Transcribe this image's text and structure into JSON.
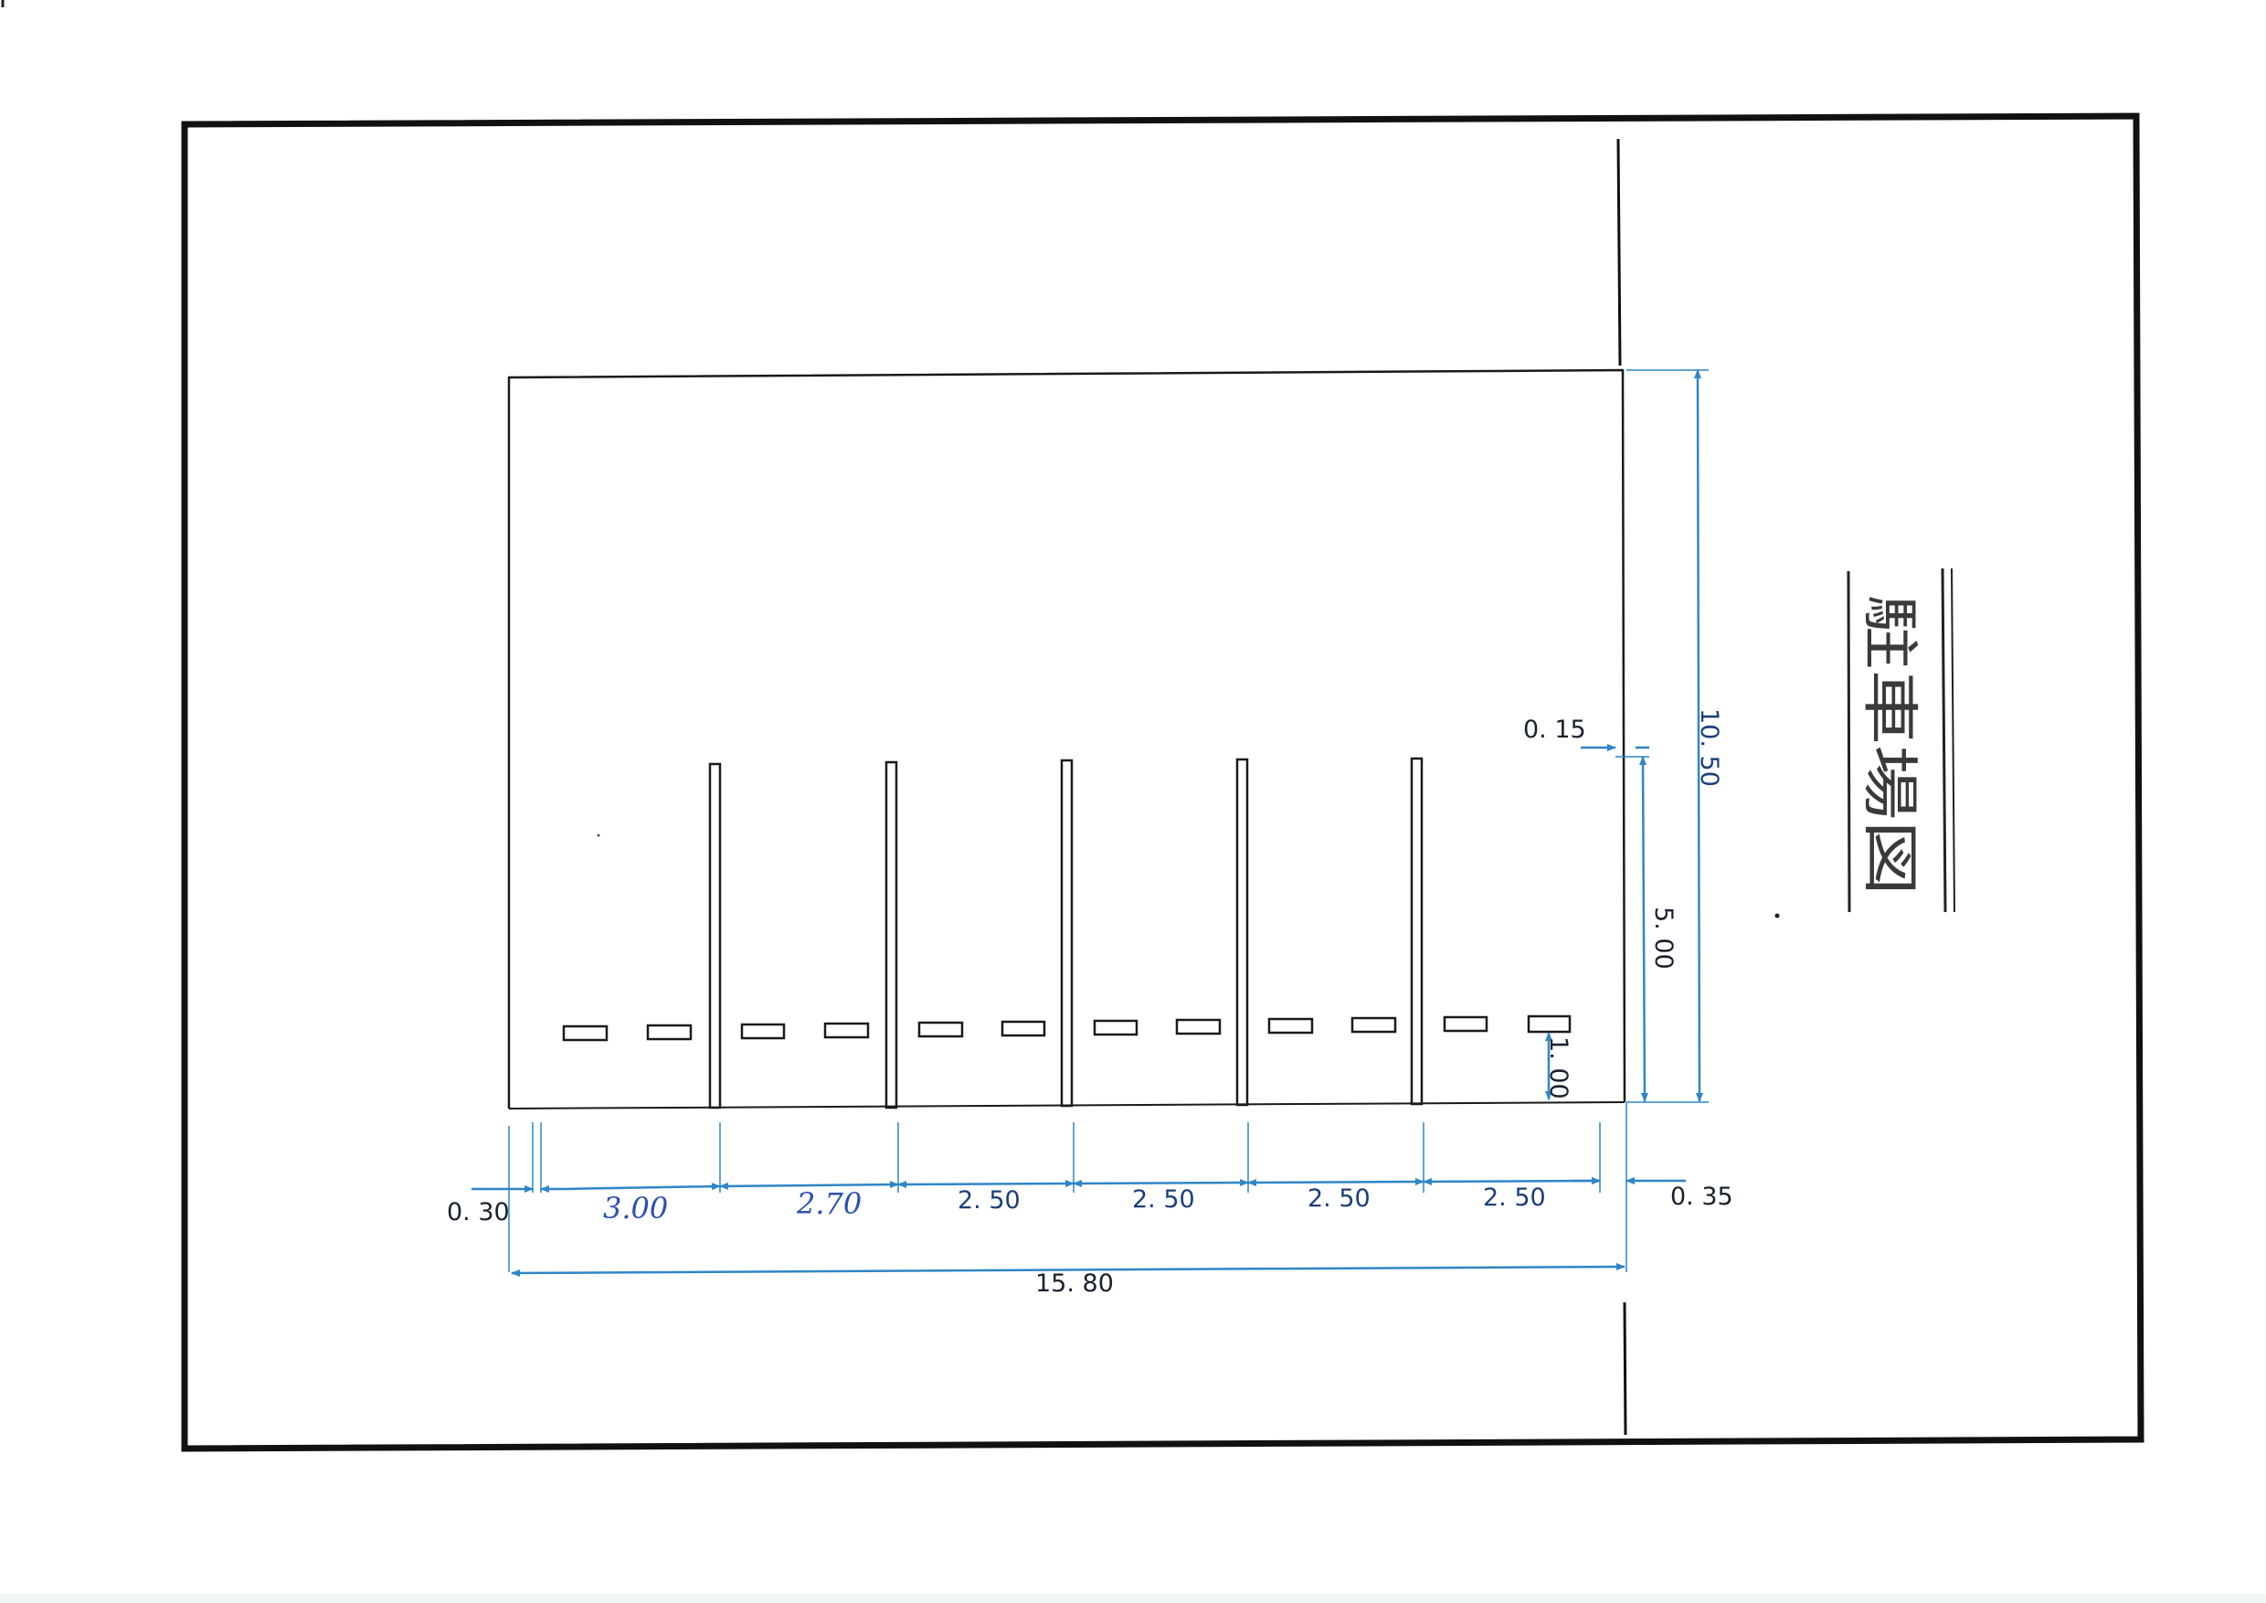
{
  "title": "駐車場図",
  "dimensions": {
    "left_margin": "0. 30",
    "bay_1": "3.00",
    "bay_2": "2.70",
    "bay_3": "2. 50",
    "bay_4": "2. 50",
    "bay_5": "2. 50",
    "bay_6": "2. 50",
    "right_margin": "0. 35",
    "total_width": "15. 80",
    "total_depth": "10. 50",
    "divider_length": "5. 00",
    "divider_setback": "0. 15",
    "wheel_stop_offset": "1. 00"
  },
  "colors": {
    "line": "#1a1a1a",
    "dimension": "#2f86c6",
    "dimension_text": "#1c3f78",
    "handwriting": "#2c4fb0"
  }
}
